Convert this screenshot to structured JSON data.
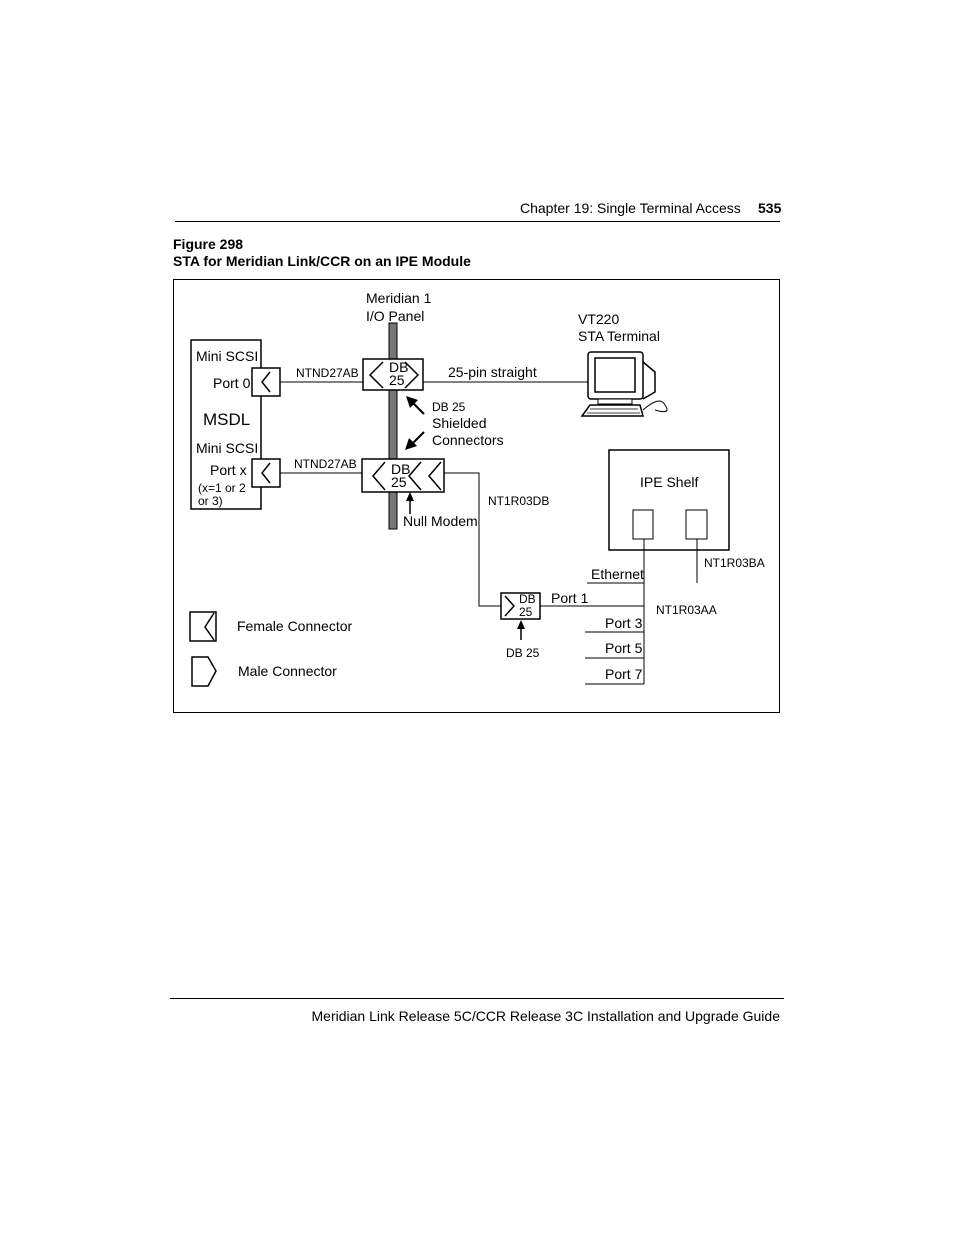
{
  "header": {
    "chapter": "Chapter 19: Single Terminal Access",
    "page_number": "535"
  },
  "figure": {
    "number": "Figure 298",
    "title": "STA for Meridian Link/CCR on an IPE Module"
  },
  "diagram": {
    "io_panel_label_1": "Meridian 1",
    "io_panel_label_2": "I/O Panel",
    "vt220_label_1": "VT220",
    "vt220_label_2": "STA Terminal",
    "msdl_label": "MSDL",
    "mini_scsi_top": "Mini SCSI",
    "port0": "Port 0",
    "mini_scsi_bottom": "Mini SCSI",
    "portx": "Port x",
    "portx_note_1": "(x=1 or 2",
    "portx_note_2": "or 3)",
    "cable_top": "NTND27AB",
    "cable_bottom": "NTND27AB",
    "db_top_1": "DB",
    "db_top_2": "25",
    "db_mid_1": "DB",
    "db_mid_2": "25",
    "straight_cable": "25-pin straight",
    "shielded_1": "DB 25",
    "shielded_2": "Shielded",
    "shielded_3": "Connectors",
    "null_modem": "Null Modem",
    "nt1r03db": "NT1R03DB",
    "ipe_shelf": "IPE Shelf",
    "nt1r03ba": "NT1R03BA",
    "ethernet": "Ethernet",
    "db_small_1": "DB",
    "db_small_2": "25",
    "port1": "Port 1",
    "nt1r03aa": "NT1R03AA",
    "port3": "Port 3",
    "port5": "Port 5",
    "port7": "Port 7",
    "db_small_caption": "DB 25",
    "legend_female": "Female Connector",
    "legend_male": "Male Connector"
  },
  "footer": {
    "guide_title": "Meridian Link Release 5C/CCR Release 3C Installation and Upgrade Guide"
  }
}
